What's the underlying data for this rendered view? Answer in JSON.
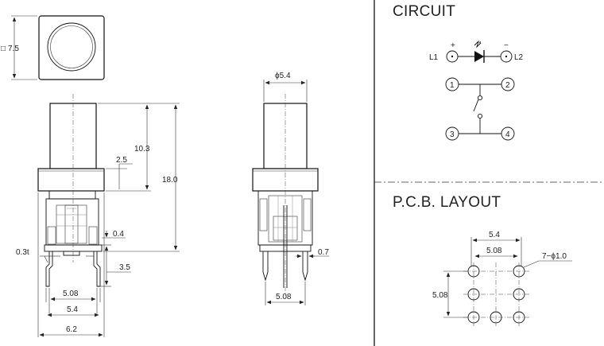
{
  "sections": {
    "circuit_title": "CIRCUIT",
    "pcb_title": "P.C.B. LAYOUT"
  },
  "top_view": {
    "square_symbol": "□",
    "size": "7.5"
  },
  "front_view": {
    "height_total": "18.0",
    "cap_height": "10.3",
    "collar": "2.5",
    "gap": "0.4",
    "lead_thickness": "0.3t",
    "lead_length": "3.5",
    "pitch_inner": "5.08",
    "pitch_outer": "5.4",
    "body_width": "6.2"
  },
  "side_view": {
    "cap_diameter": "ϕ5.4",
    "lead_width": "0.7",
    "pitch": "5.08"
  },
  "circuit": {
    "led_anode_sign": "+",
    "led_cathode_sign": "−",
    "led_left": "L1",
    "led_right": "L2",
    "pins": [
      "1",
      "2",
      "3",
      "4"
    ]
  },
  "pcb": {
    "span_outer": "5.4",
    "span_inner": "5.08",
    "vertical_pitch": "5.08",
    "hole_note": "7−ϕ1.0"
  }
}
